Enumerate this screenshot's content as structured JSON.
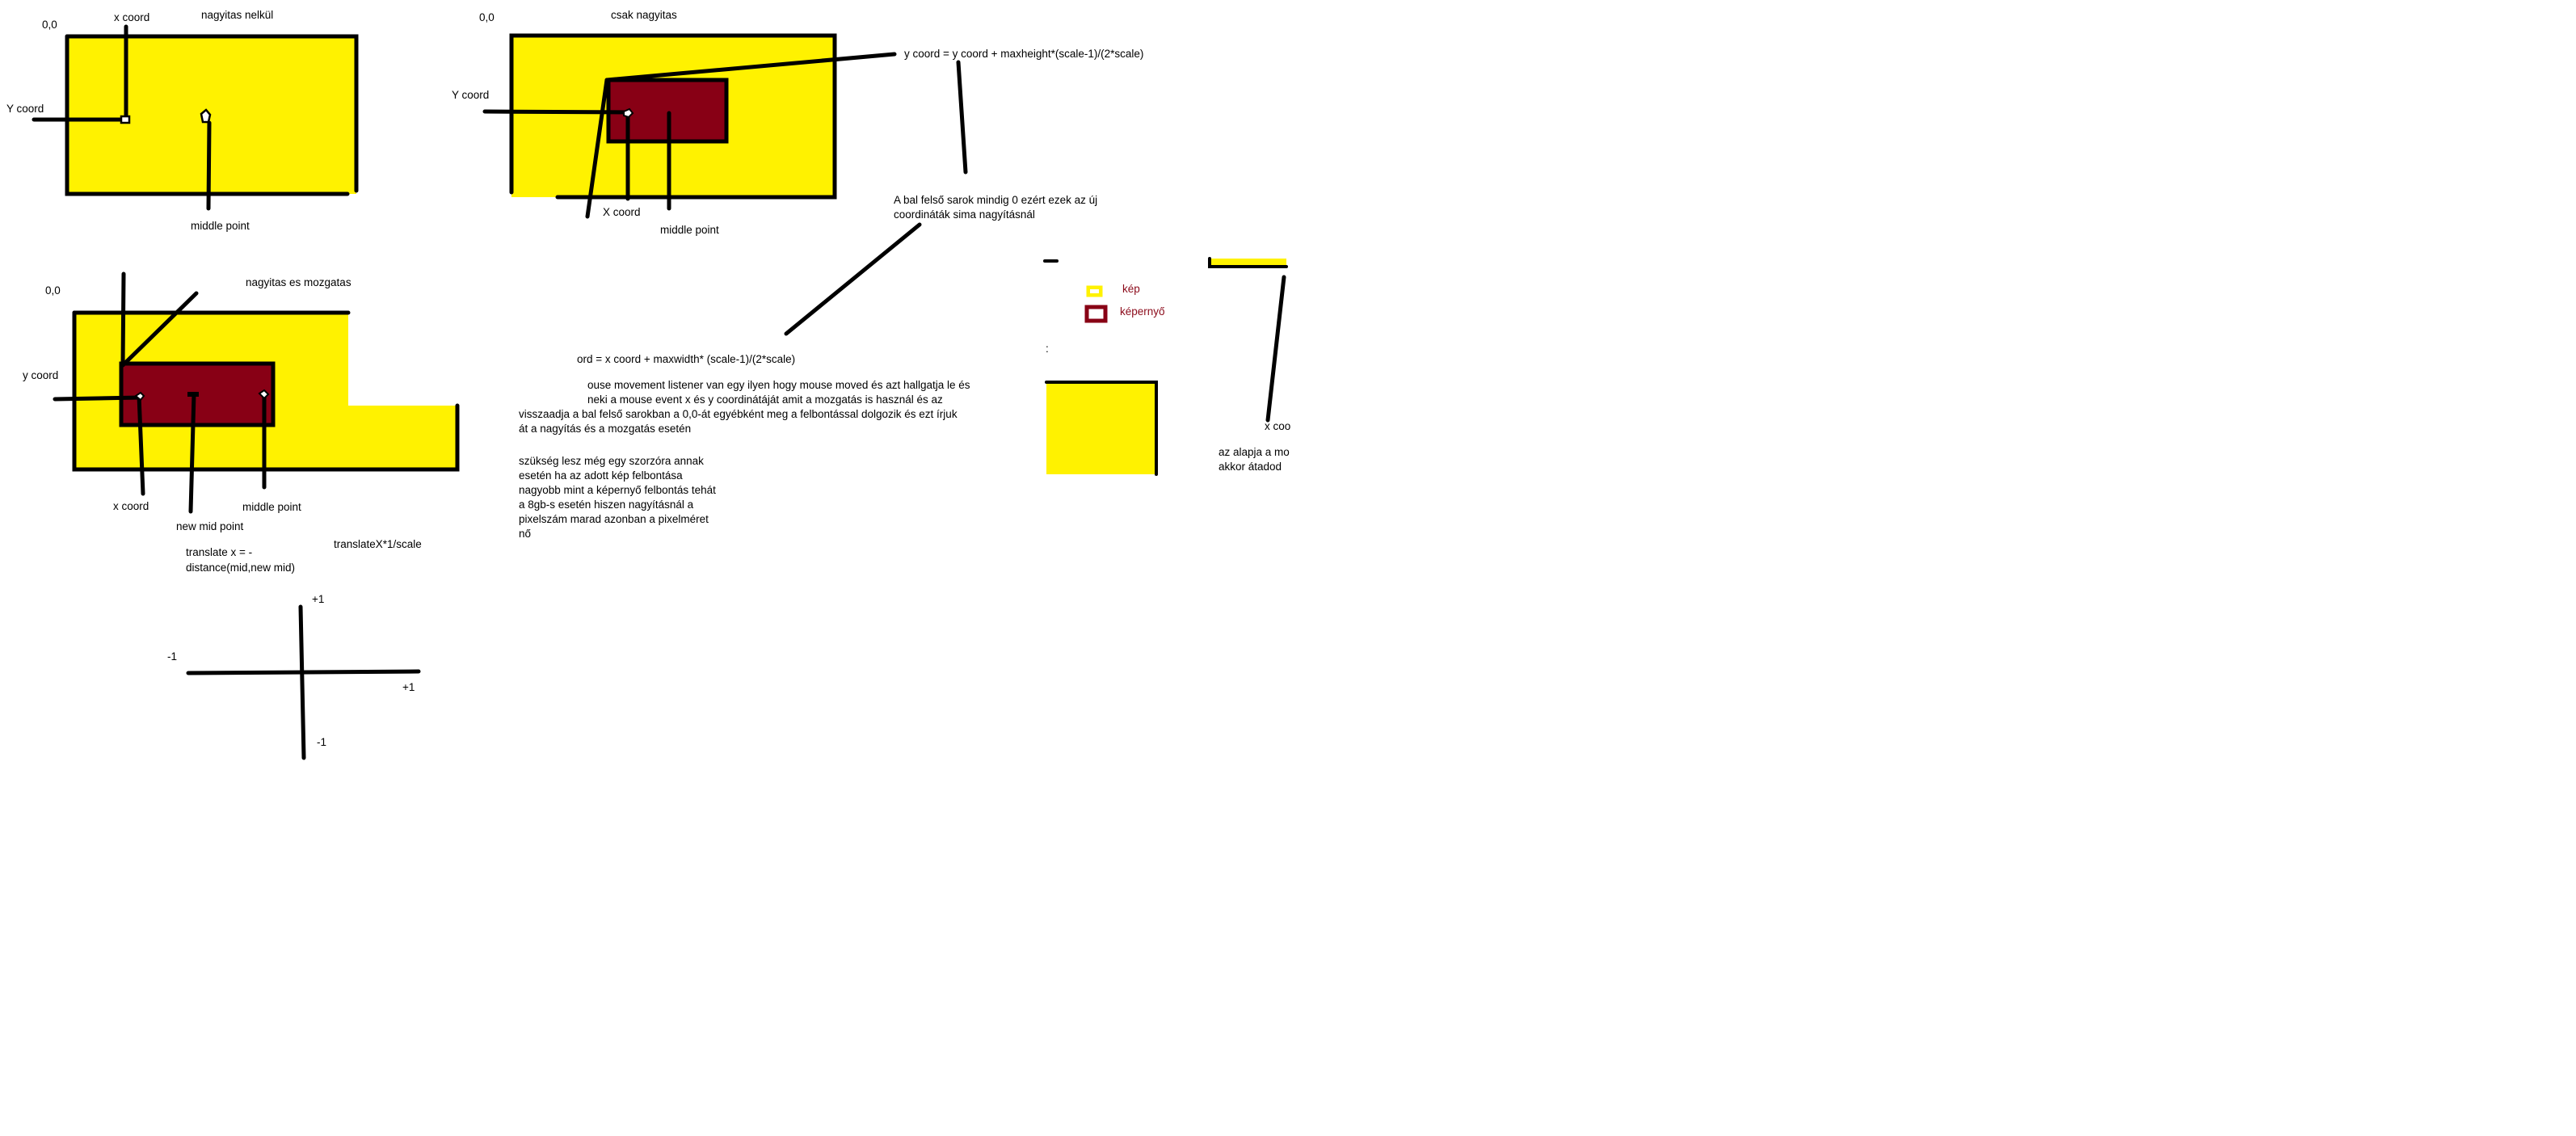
{
  "labels": {
    "d1_origin": "0,0",
    "d1_xcoord": "x coord",
    "d1_title": "nagyitas nelkül",
    "d1_ycoord": "Y coord",
    "d1_middle": "middle point",
    "d2_origin": "0,0",
    "d2_title": "csak nagyitas",
    "d2_formula": "y coord = y coord + maxheight*(scale-1)/(2*scale)",
    "d2_ycoord": "Y coord",
    "d2_xcoord": "X coord",
    "d2_middle": "middle point",
    "d2_note_line1": "A bal felső sarok mindig 0 ezért ezek az új",
    "d2_note_line2": "coordináták sima nagyításnál",
    "d3_origin": "0,0",
    "d3_title": "nagyitas es mozgatas",
    "d3_ycoord": "y coord",
    "d3_xcoord": "x coord",
    "d3_newmid": "new mid point",
    "d3_middle": "middle point",
    "d3_translate_line1": "translate x = -",
    "d3_translate_line2": "distance(mid,new mid)",
    "d3_translatex": "translateX*1/scale",
    "x_formula": "ord = x coord + maxwidth* (scale-1)/(2*scale)",
    "mouse_line1": "ouse movement listener van egy ilyen hogy mouse moved és azt hallgatja le és",
    "mouse_line2": "neki a mouse event x és y coordinátáját amit a mozgatás is használ és az",
    "mouse_line3": "visszaadja a bal felső sarokban a 0,0-át egyébként meg a felbontással dolgozik és ezt írjuk",
    "mouse_line4": "át a nagyítás és a mozgatás esetén",
    "mult_line1": "szükség lesz még egy szorzóra annak",
    "mult_line2": "esetén ha az adott kép felbontása",
    "mult_line3": "nagyobb mint a képernyő felbontás tehát",
    "mult_line4": "a 8gb-s esetén hiszen nagyításnál a",
    "mult_line5": "pixelszám marad azonban a pixelméret",
    "mult_line6": "nő",
    "legend_kep": "kép",
    "legend_kepernyo": "képernyő",
    "colon_mark": ":",
    "right_xcoord": "x coo",
    "right_note_line1": "az alapja a mo",
    "right_note_line2": "akkor átadod",
    "axis_top": "+1",
    "axis_left": "-1",
    "axis_right": "+1",
    "axis_bottom": "-1"
  },
  "colors": {
    "image_yellow": "#fff200",
    "screen_darkred": "#880015",
    "legend_text": "#8b0a1a",
    "ink": "#000000",
    "background": "#ffffff"
  }
}
